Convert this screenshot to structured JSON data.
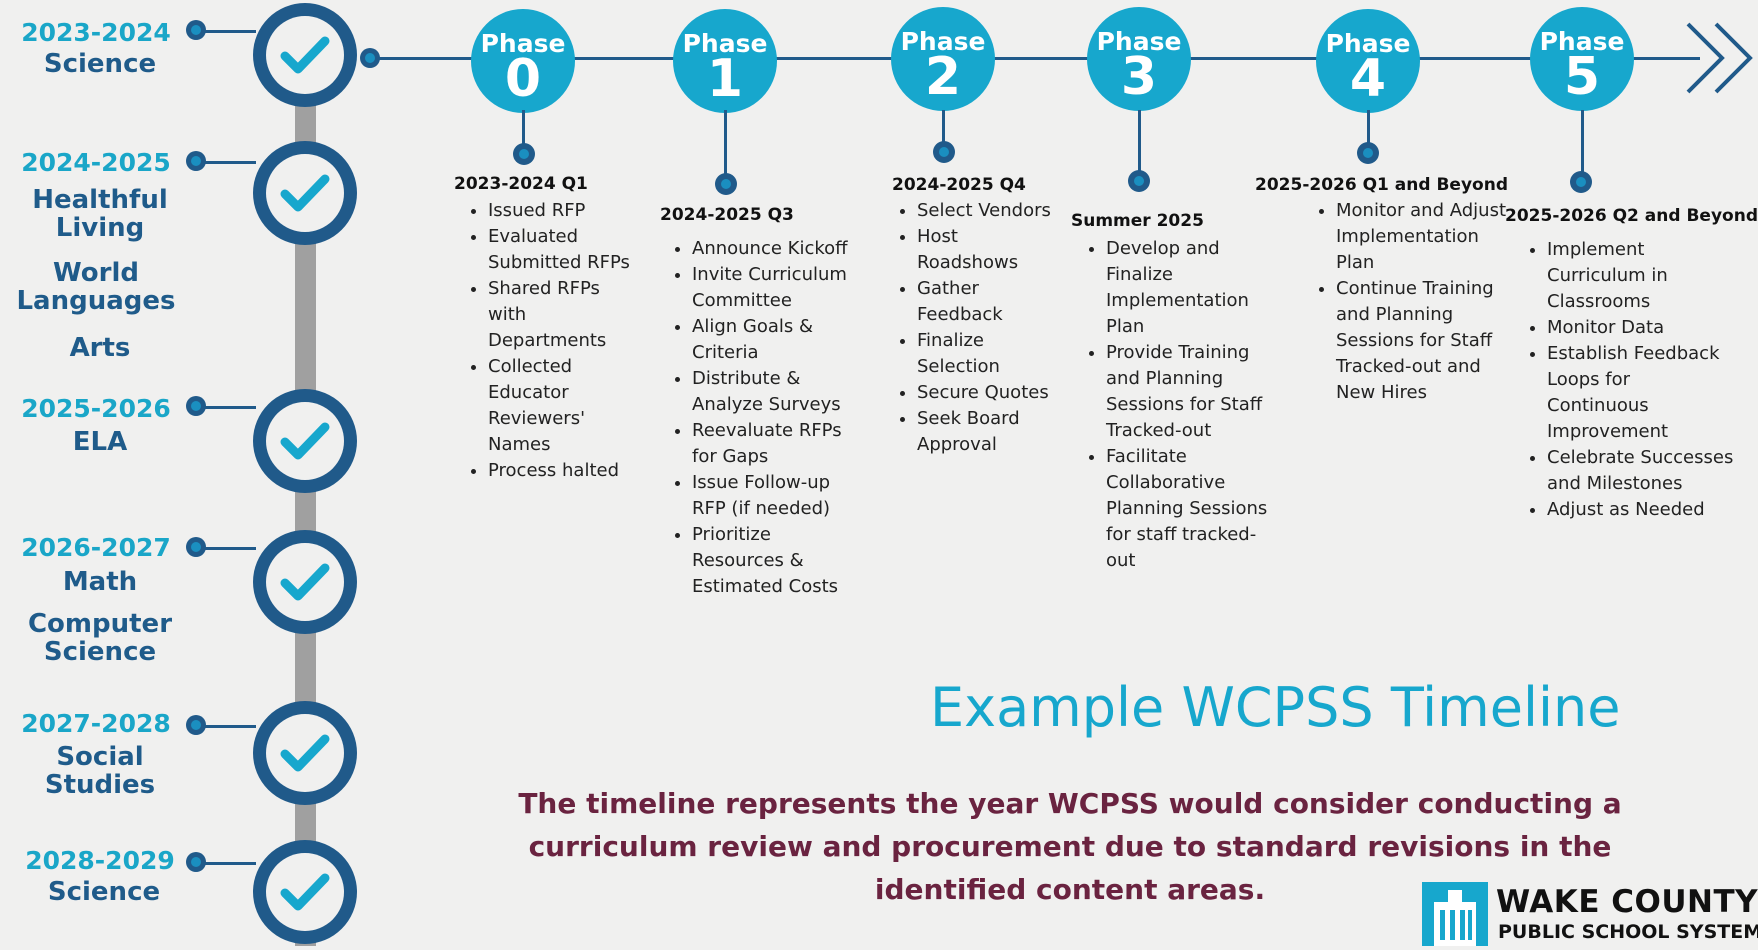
{
  "left_timeline": [
    {
      "year": "2023-2024",
      "subjects": [
        "Science"
      ]
    },
    {
      "year": "2024-2025",
      "subjects": [
        "Healthful Living",
        "World Languages",
        "Arts"
      ]
    },
    {
      "year": "2025-2026",
      "subjects": [
        "ELA"
      ]
    },
    {
      "year": "2026-2027",
      "subjects": [
        "Math",
        "Computer Science"
      ]
    },
    {
      "year": "2027-2028",
      "subjects": [
        "Social Studies"
      ]
    },
    {
      "year": "2028-2029",
      "subjects": [
        "Science"
      ]
    }
  ],
  "phases": [
    {
      "word": "Phase",
      "number": "0",
      "heading": "2023-2024 Q1",
      "items": [
        "Issued RFP",
        "Evaluated Submitted RFPs",
        "Shared RFPs with Departments",
        "Collected Educator Reviewers' Names",
        "Process halted"
      ]
    },
    {
      "word": "Phase",
      "number": "1",
      "heading": "2024-2025 Q3",
      "items": [
        "Announce Kickoff",
        "Invite Curriculum Committee",
        "Align Goals & Criteria",
        "Distribute & Analyze Surveys",
        "Reevaluate RFPs for Gaps",
        "Issue Follow-up RFP (if needed)",
        "Prioritize Resources & Estimated Costs"
      ]
    },
    {
      "word": "Phase",
      "number": "2",
      "heading": "2024-2025 Q4",
      "items": [
        "Select Vendors",
        "Host Roadshows",
        "Gather Feedback",
        "Finalize Selection",
        "Secure Quotes",
        "Seek Board Approval"
      ]
    },
    {
      "word": "Phase",
      "number": "3",
      "heading": "Summer 2025",
      "items": [
        "Develop and Finalize Implementation Plan",
        "Provide Training and Planning Sessions for Staff Tracked-out",
        "Facilitate Collaborative Planning Sessions for staff tracked-out"
      ]
    },
    {
      "word": "Phase",
      "number": "4",
      "heading": "2025-2026 Q1 and Beyond",
      "items": [
        "Monitor and Adjust Implementation Plan",
        "Continue Training and Planning Sessions for Staff Tracked-out and New Hires"
      ]
    },
    {
      "word": "Phase",
      "number": "5",
      "heading": "2025-2026 Q2 and Beyond",
      "items": [
        "Implement Curriculum in Classrooms",
        "Monitor Data",
        "Establish Feedback Loops for Continuous Improvement",
        "Celebrate Successes and Milestones",
        "Adjust as Needed"
      ]
    }
  ],
  "title": "Example WCPSS Timeline",
  "caption": "The timeline represents the year WCPSS would consider conducting a curriculum review and procurement due to standard revisions in the identified content areas.",
  "logo": {
    "line1": "WAKE COUNTY",
    "line2": "PUBLIC SCHOOL SYSTEM"
  },
  "colors": {
    "accent": "#17a7cd",
    "navy": "#205a8a",
    "maroon": "#6a2340"
  }
}
